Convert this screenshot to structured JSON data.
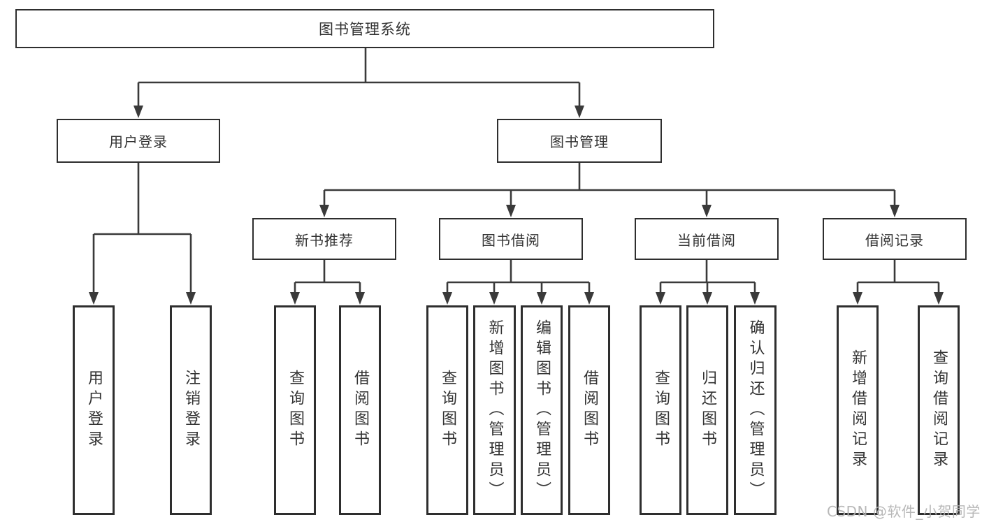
{
  "diagram": {
    "root": {
      "label": "图书管理系统"
    },
    "level2": {
      "user_login": {
        "label": "用户登录"
      },
      "book_mgmt": {
        "label": "图书管理"
      }
    },
    "level3": {
      "new_book_rec": {
        "label": "新书推荐"
      },
      "book_borrow": {
        "label": "图书借阅"
      },
      "current_borrow": {
        "label": "当前借阅"
      },
      "borrow_records": {
        "label": "借阅记录"
      }
    },
    "leaves": {
      "user_login_leaf": {
        "label": "用户登录"
      },
      "logout_leaf": {
        "label": "注销登录"
      },
      "nb_query_books": {
        "label": "查询图书"
      },
      "nb_borrow_books": {
        "label": "借阅图书"
      },
      "bb_query_books": {
        "label": "查询图书"
      },
      "bb_add_books": {
        "label": "新增图书（管理员）"
      },
      "bb_edit_books": {
        "label": "编辑图书（管理员）"
      },
      "bb_borrow_books": {
        "label": "借阅图书"
      },
      "cb_query_books": {
        "label": "查询图书"
      },
      "cb_return_books": {
        "label": "归还图书"
      },
      "cb_confirm_return": {
        "label": "确认归还（管理员）"
      },
      "br_add_record": {
        "label": "新增借阅记录"
      },
      "br_query_record": {
        "label": "查询借阅记录"
      }
    },
    "watermark": "CSDN @软件_小贺同学",
    "colors": {
      "line": "#3a3a3a",
      "box_border": "#2e2e2e",
      "text": "#333333",
      "watermark": "#b2b2b2",
      "background": "#ffffff"
    }
  }
}
